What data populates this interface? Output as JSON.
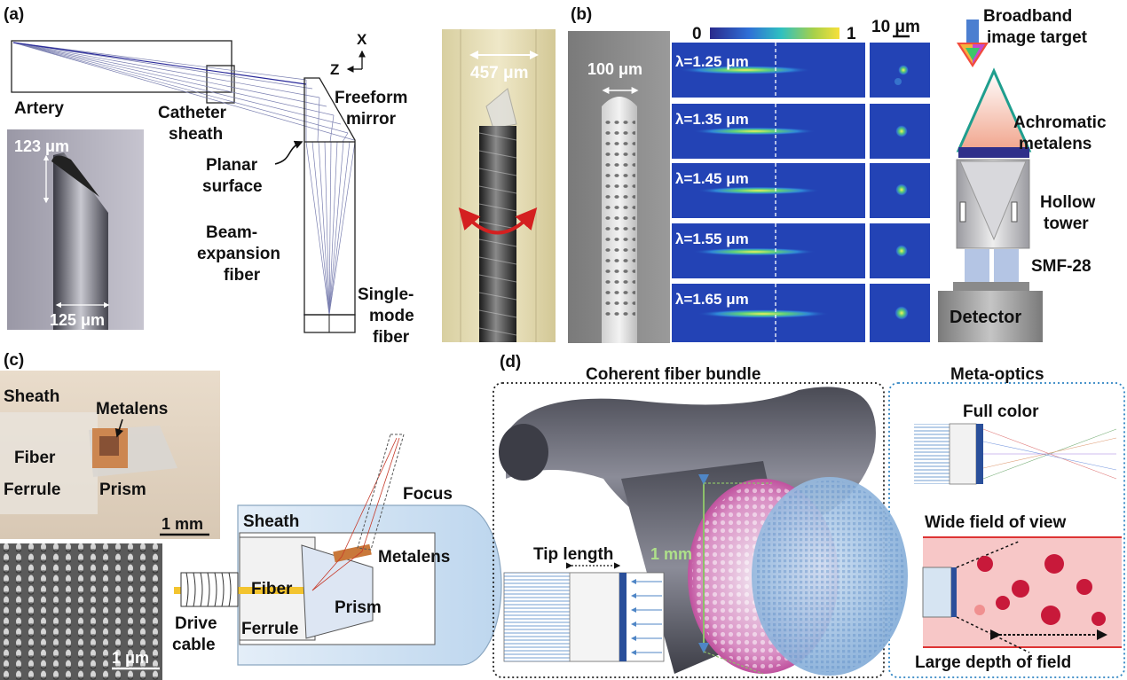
{
  "panel_a": {
    "tag": "(a)",
    "artery": "Artery",
    "catheter_sheath": [
      "Catheter",
      "sheath"
    ],
    "freeform_mirror": [
      "Freeform",
      "mirror"
    ],
    "planar_surface": [
      "Planar",
      "surface"
    ],
    "beam_expansion_fiber": [
      "Beam-",
      "expansion",
      "fiber"
    ],
    "single_mode_fiber": [
      "Single-",
      "mode",
      "fiber"
    ],
    "axis_x": "X",
    "axis_z": "Z",
    "photo_dim_top": "123 μm",
    "photo_dim_bottom": "125 μm",
    "probe_dim": "457 μm"
  },
  "panel_b": {
    "tag": "(b)",
    "sem_dim": "100 μm",
    "colorbar_min": "0",
    "colorbar_max": "1",
    "scale_bar": "10 μm",
    "wavelengths": [
      "λ=1.25 μm",
      "λ=1.35 μm",
      "λ=1.45 μm",
      "λ=1.55 μm",
      "λ=1.65 μm"
    ],
    "broadband_target": [
      "Broadband",
      "image target"
    ],
    "achromatic_metalens": [
      "Achromatic",
      "metalens"
    ],
    "hollow_tower": [
      "Hollow",
      "tower"
    ],
    "smf": "SMF-28",
    "detector": "Detector"
  },
  "panel_c": {
    "tag": "(c)",
    "photo_sheath": "Sheath",
    "photo_metalens": "Metalens",
    "photo_fiber": "Fiber",
    "photo_ferrule": "Ferrule",
    "photo_prism": "Prism",
    "photo_scale": "1 mm",
    "sem_scale": "1 μm",
    "diag_sheath": "Sheath",
    "diag_focus": "Focus",
    "diag_metalens": "Metalens",
    "diag_fiber": "Fiber",
    "diag_prism": "Prism",
    "diag_ferrule": "Ferrule",
    "drive_cable": [
      "Drive",
      "cable"
    ]
  },
  "panel_d": {
    "tag": "(d)",
    "bundle_title": "Coherent fiber bundle",
    "tip_length": "Tip length",
    "diameter": "1 mm",
    "meta_title": "Meta-optics",
    "full_color": "Full color",
    "wide_fov": "Wide field of view",
    "large_dof": "Large depth of field"
  },
  "colors": {
    "heatmap_bg": "#2343b5",
    "hot": "#f4e04a",
    "metalens_pink": "#e06bb8",
    "meta_blue": "#8fb8e0",
    "vessel_pink": "#f7c7c7",
    "cell_red": "#c8193a",
    "dash_blue": "#2f84c2"
  }
}
